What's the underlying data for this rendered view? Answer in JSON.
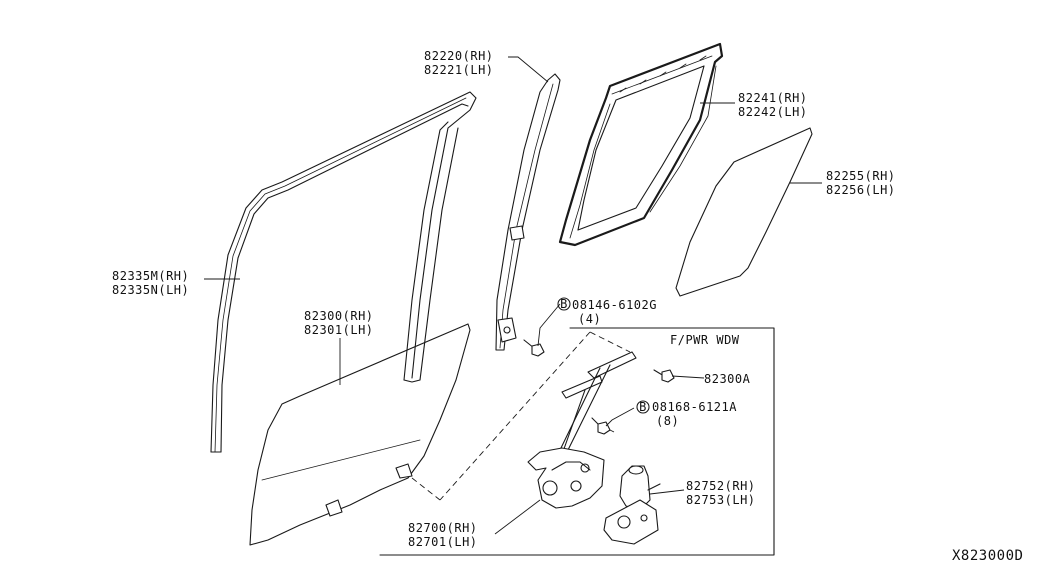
{
  "diagram_code": "X823000D",
  "box_title": "F/PWR WDW",
  "labels": {
    "p82220": "82220(RH)",
    "p82221": "82221(LH)",
    "p82241": "82241(RH)",
    "p82242": "82242(LH)",
    "p82255": "82255(RH)",
    "p82256": "82256(LH)",
    "p82335m": "82335M(RH)",
    "p82335n": "82335N(LH)",
    "p82300": "82300(RH)",
    "p82301": "82301(LH)",
    "bolt1_code": "08146-6102G",
    "bolt1_qty": "(4)",
    "bolt_marker": "B",
    "p82300a": "82300A",
    "bolt2_code": "08168-6121A",
    "bolt2_qty": "(8)",
    "p82752": "82752(RH)",
    "p82753": "82753(LH)",
    "p82700": "82700(RH)",
    "p82701": "82701(LH)"
  }
}
